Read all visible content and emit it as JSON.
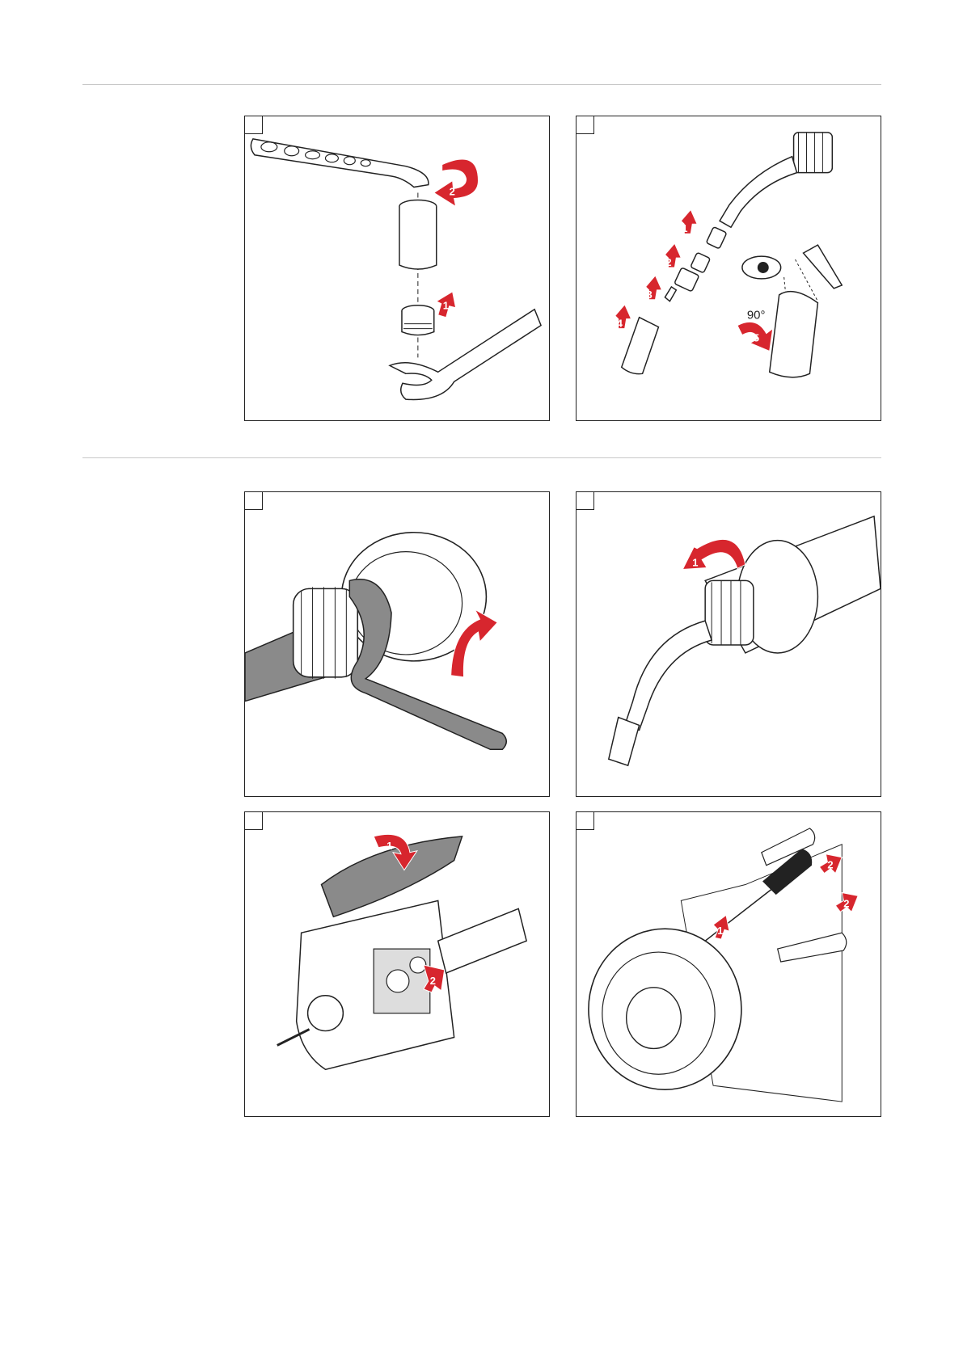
{
  "sections": [
    {
      "panels": [
        {
          "id": "p1",
          "arrow_numbers": [
            "2",
            "1"
          ]
        },
        {
          "id": "p2",
          "arrow_numbers": [
            "1",
            "2",
            "3",
            "4",
            "5"
          ],
          "angle_label": "90°"
        }
      ]
    },
    {
      "panels": [
        {
          "id": "p3",
          "arrow_numbers": []
        },
        {
          "id": "p4",
          "arrow_numbers": [
            "1"
          ]
        },
        {
          "id": "p5",
          "arrow_numbers": [
            "1",
            "2"
          ]
        },
        {
          "id": "p6",
          "arrow_numbers": [
            "2",
            "2",
            "1"
          ]
        }
      ]
    }
  ],
  "colors": {
    "accent": "#d7262e",
    "line": "#222222",
    "shade": "#8a8a8a",
    "rule": "#c8c8c8"
  }
}
